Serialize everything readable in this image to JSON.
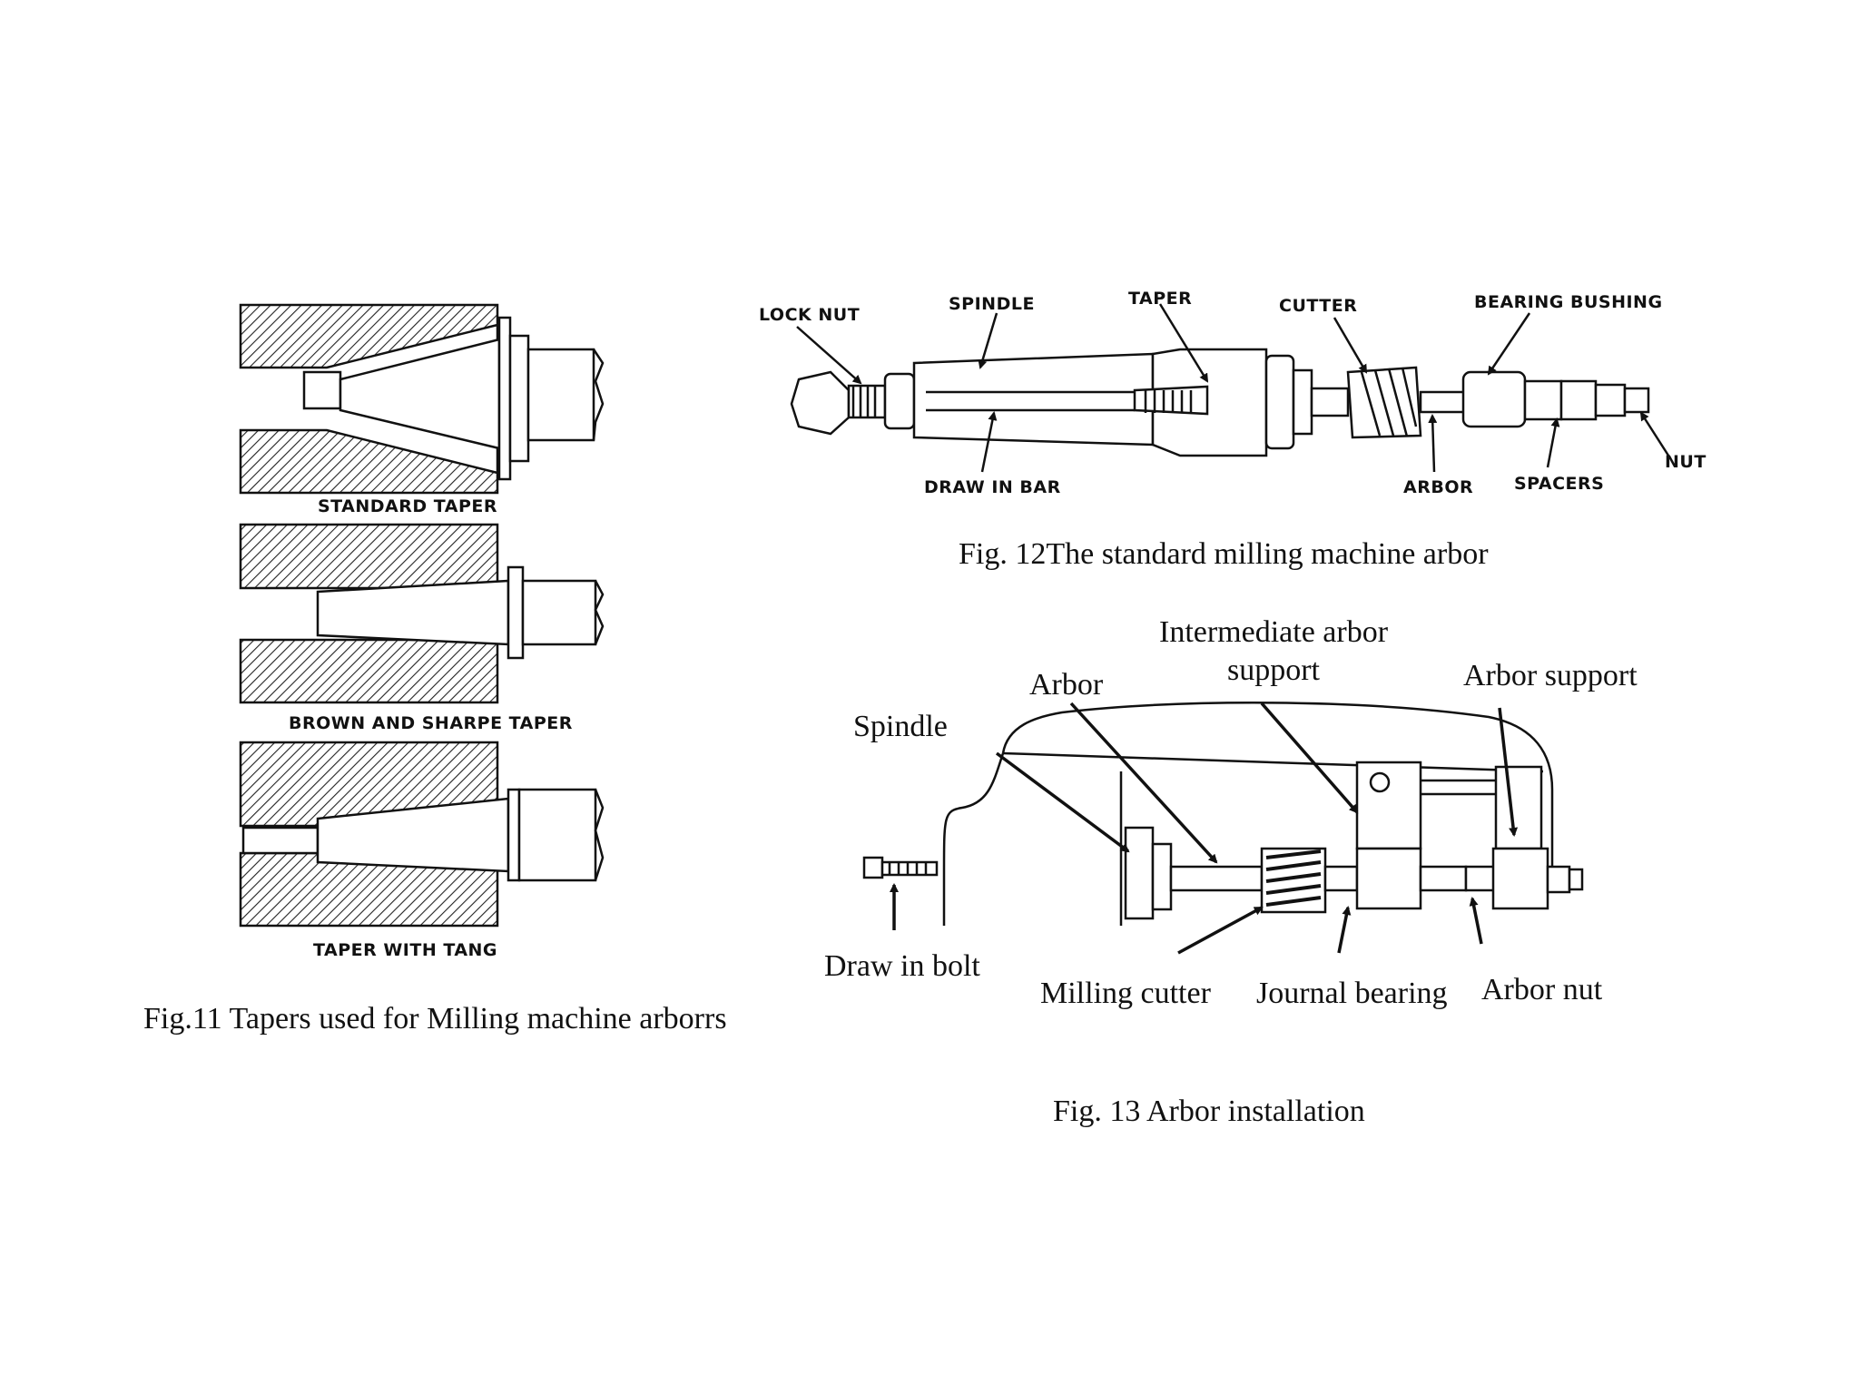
{
  "fig11": {
    "labels": [
      "STANDARD TAPER",
      "BROWN AND SHARPE TAPER",
      "TAPER WITH TANG"
    ],
    "caption": "Fig.11 Tapers used for Milling machine arborrs"
  },
  "fig12": {
    "labels": {
      "lock_nut": "LOCK NUT",
      "spindle": "SPINDLE",
      "taper": "TAPER",
      "cutter": "CUTTER",
      "bearing_bushing": "BEARING BUSHING",
      "draw_in_bar": "DRAW IN BAR",
      "arbor": "ARBOR",
      "spacers": "SPACERS",
      "nut": "NUT"
    },
    "caption": "Fig. 12The standard milling machine arbor"
  },
  "fig13": {
    "labels": {
      "intermediate_1": "Intermediate arbor",
      "intermediate_2": "support",
      "arbor": "Arbor",
      "arbor_support": "Arbor support",
      "spindle": "Spindle",
      "draw_in_bolt": "Draw in bolt",
      "milling_cutter": "Milling cutter",
      "journal_bearing": "Journal bearing",
      "arbor_nut": "Arbor nut"
    },
    "caption": "Fig. 13 Arbor installation"
  }
}
